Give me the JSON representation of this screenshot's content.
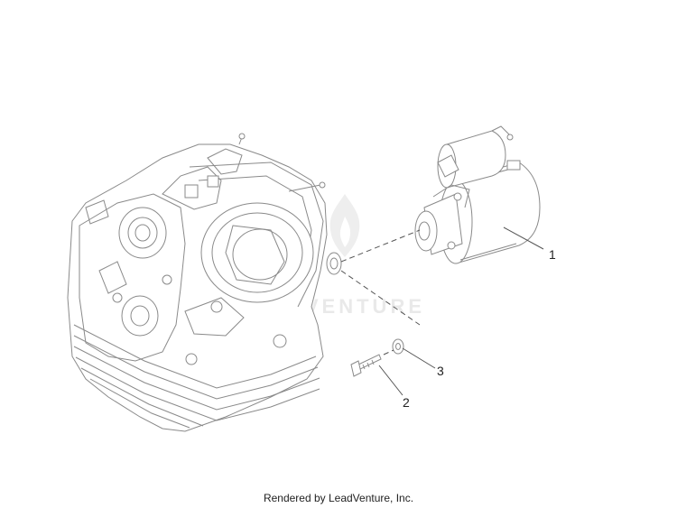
{
  "diagram": {
    "watermark_text": "LEADVENTURE",
    "callouts": [
      {
        "label": "1"
      },
      {
        "label": "2"
      },
      {
        "label": "3"
      }
    ],
    "footer": "Rendered by LeadVenture, Inc."
  }
}
